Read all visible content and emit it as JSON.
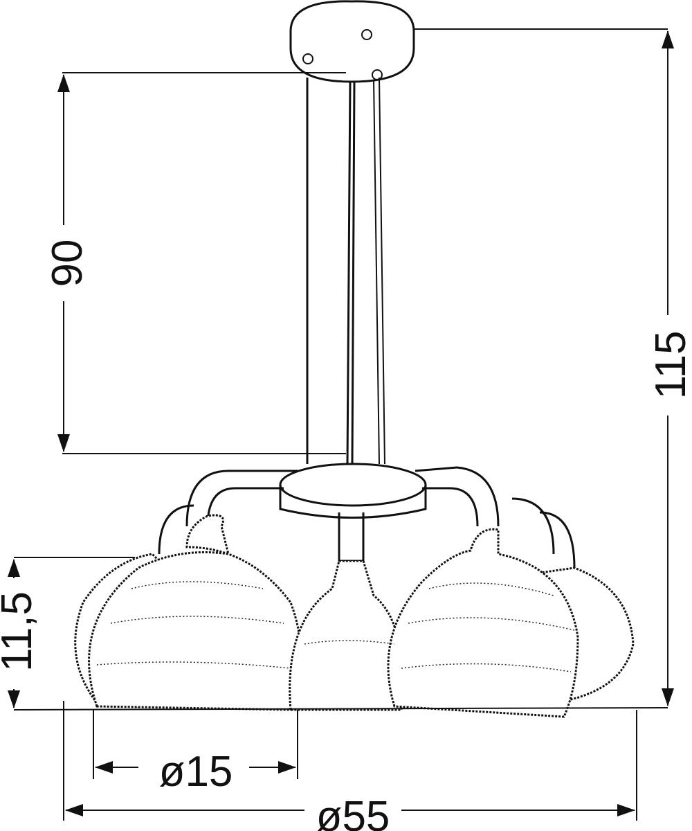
{
  "drawing": {
    "labels": {
      "suspension_height": "90",
      "total_height": "115",
      "shade_height": "11,5",
      "shade_diameter": "ø15",
      "total_diameter": "ø55"
    }
  }
}
